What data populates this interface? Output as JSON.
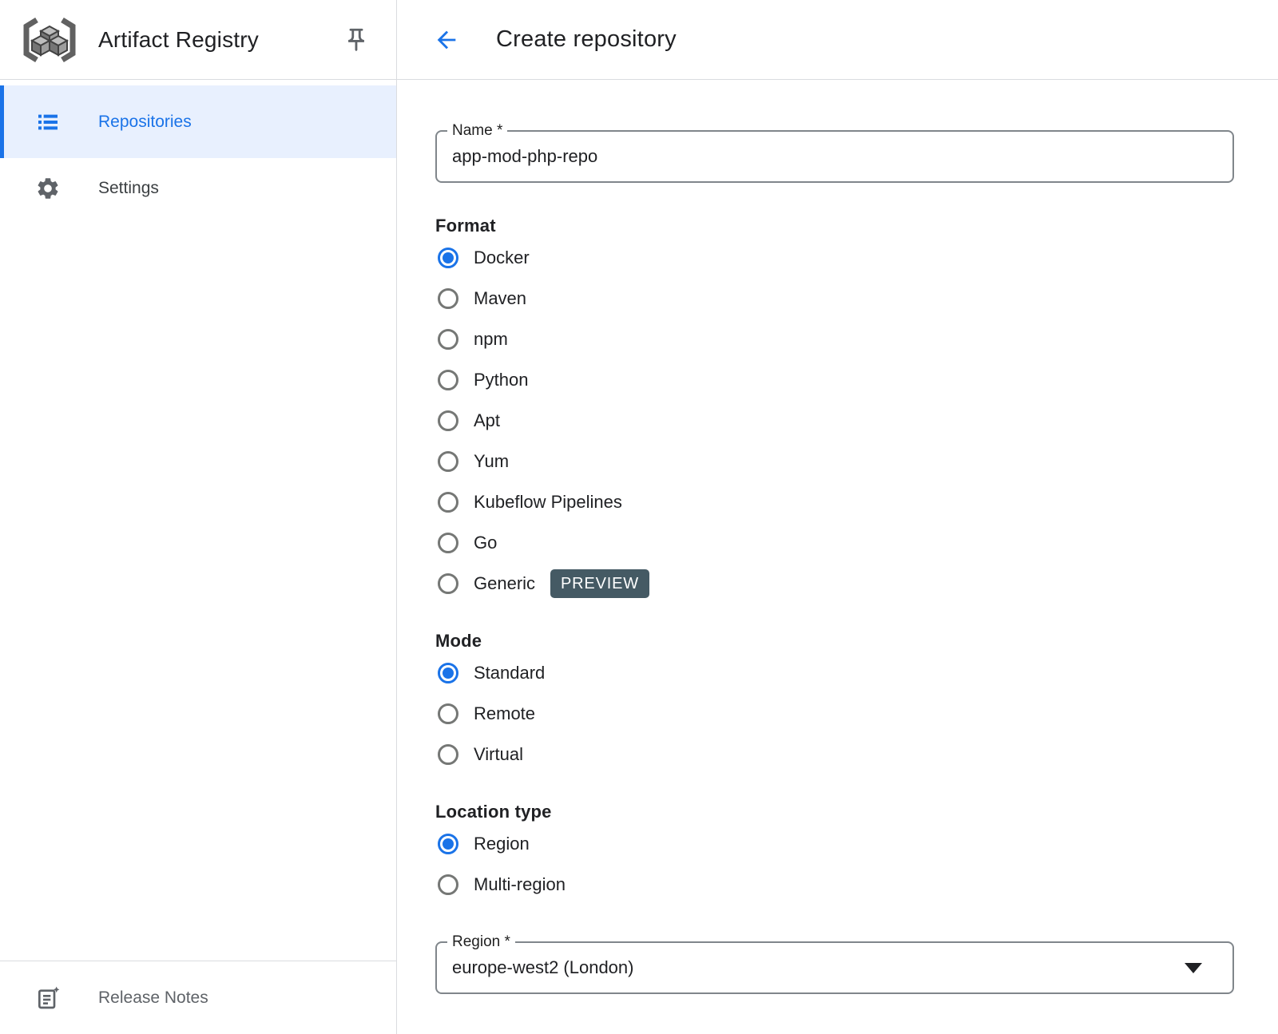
{
  "sidebar": {
    "title": "Artifact Registry",
    "items": [
      {
        "label": "Repositories"
      },
      {
        "label": "Settings"
      }
    ],
    "footer_label": "Release Notes"
  },
  "header": {
    "title": "Create repository"
  },
  "form": {
    "name_field": {
      "label": "Name *",
      "value": "app-mod-php-repo"
    },
    "format": {
      "label": "Format",
      "selected": "Docker",
      "options": [
        "Docker",
        "Maven",
        "npm",
        "Python",
        "Apt",
        "Yum",
        "Kubeflow Pipelines",
        "Go",
        "Generic"
      ],
      "preview_badge": "PREVIEW"
    },
    "mode": {
      "label": "Mode",
      "selected": "Standard",
      "options": [
        "Standard",
        "Remote",
        "Virtual"
      ]
    },
    "location_type": {
      "label": "Location type",
      "selected": "Region",
      "options": [
        "Region",
        "Multi-region"
      ]
    },
    "region_field": {
      "label": "Region *",
      "value": "europe-west2 (London)"
    }
  },
  "colors": {
    "accent": "#1a73e8",
    "selected_item_bg": "#e8f0fe",
    "preview_badge_bg": "#455a64",
    "divider": "#dadce0"
  }
}
